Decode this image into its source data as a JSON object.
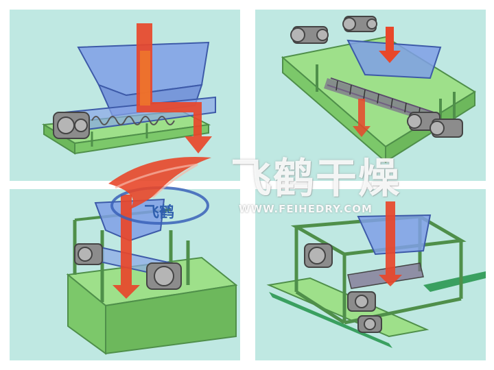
{
  "brand": {
    "name_cn": "飞鹤干燥",
    "url": "WWW.FEIHEDRY.COM",
    "emblem_text": "飞鹤"
  },
  "colors": {
    "panel_bg": "#bfe8e2",
    "frame_green": "#9ee08a",
    "frame_edge": "#4f8f4a",
    "hopper_blue": "#7f9fe6",
    "arrow_red": "#e8472a",
    "arrow_orange": "#f07a2a",
    "machine_gray": "#8c8c8c"
  },
  "panels": [
    {
      "id": "p1",
      "icon": "screw-feeder-illustration"
    },
    {
      "id": "p2",
      "icon": "belt-dryer-feeder-illustration"
    },
    {
      "id": "p3",
      "icon": "extruder-feeder-illustration"
    },
    {
      "id": "p4",
      "icon": "strip-cutter-feeder-illustration"
    }
  ]
}
